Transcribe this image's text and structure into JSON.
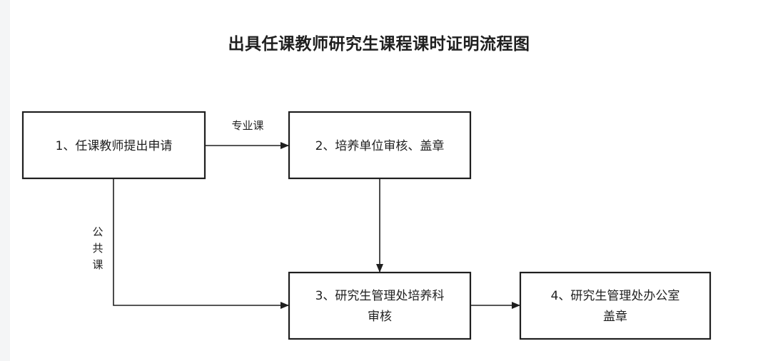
{
  "title": "出具任课教师研究生课程课时证明流程图",
  "nodes": [
    {
      "id": "n1",
      "lines": [
        "1、任课教师提出申请"
      ]
    },
    {
      "id": "n2",
      "lines": [
        "2、培养单位审核、盖章"
      ]
    },
    {
      "id": "n3",
      "lines": [
        "3、研究生管理处培养科",
        "审核"
      ]
    },
    {
      "id": "n4",
      "lines": [
        "4、研究生管理处办公室",
        "盖章"
      ]
    }
  ],
  "edges": [
    {
      "from": "n1",
      "to": "n2",
      "label": "专业课"
    },
    {
      "from": "n1",
      "to": "n3",
      "label": "公共课"
    },
    {
      "from": "n2",
      "to": "n3",
      "label": ""
    },
    {
      "from": "n3",
      "to": "n4",
      "label": ""
    }
  ]
}
